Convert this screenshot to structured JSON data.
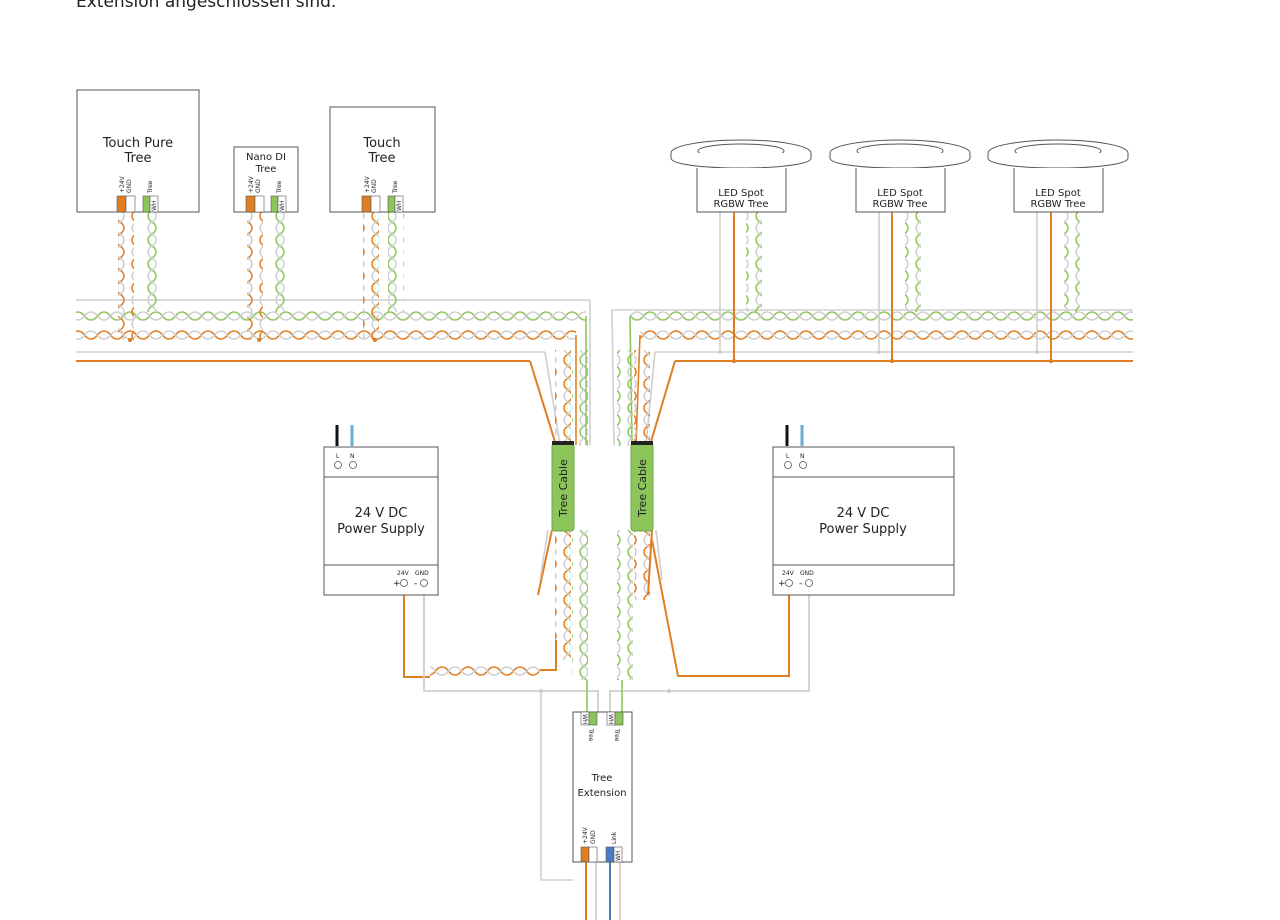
{
  "intro_text": "Extension angeschlossen sind.",
  "devices": {
    "touch_pure": {
      "line1": "Touch Pure",
      "line2": "Tree"
    },
    "nano_di": {
      "line1": "Nano DI",
      "line2": "Tree"
    },
    "touch": {
      "line1": "Touch",
      "line2": "Tree"
    },
    "led_spot_1": {
      "line1": "LED Spot",
      "line2": "RGBW Tree"
    },
    "led_spot_2": {
      "line1": "LED Spot",
      "line2": "RGBW Tree"
    },
    "led_spot_3": {
      "line1": "LED Spot",
      "line2": "RGBW Tree"
    },
    "psu_left": {
      "line1": "24 V DC",
      "line2": "Power Supply"
    },
    "psu_right": {
      "line1": "24 V DC",
      "line2": "Power Supply"
    },
    "tree_extension": {
      "line1": "Tree",
      "line2": "Extension"
    }
  },
  "cables": {
    "left": "Tree Cable",
    "right": "Tree Cable"
  },
  "terminals": {
    "plus24v": "+24V",
    "gnd": "GND",
    "tree": "Tree",
    "wh": "WH",
    "link": "Link",
    "l": "L",
    "n": "N",
    "v24": "24V",
    "plus": "+",
    "minus": "-"
  },
  "colors": {
    "orange": "#e07e23",
    "green": "#8cc65a",
    "grey": "#cfcfcf",
    "blue": "#4a7cc4",
    "mains_blue": "#6aaed6",
    "black": "#111111"
  }
}
